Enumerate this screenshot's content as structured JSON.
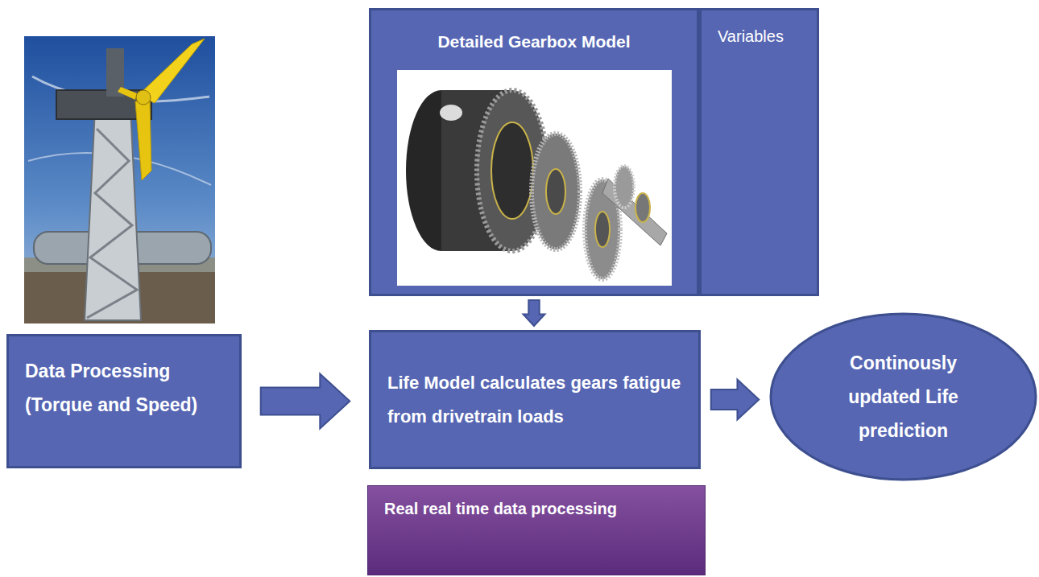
{
  "diagram": {
    "nodes": [
      {
        "text": [
          "Detailed Gearbox Model"
        ]
      },
      {
        "text": [
          "Variables"
        ]
      },
      {
        "text": [
          "Data Processing (Torque and Speed)"
        ]
      },
      {
        "text": [
          "Life Model calculates gears fatigue from drivetrain loads"
        ]
      },
      {
        "text": [
          "Continously updated Life prediction"
        ]
      },
      {
        "text": [
          "Real real time data processing"
        ]
      }
    ],
    "edges": [
      {
        "from": 2,
        "to": 3,
        "arrow": "to"
      },
      {
        "from": 0,
        "to": 3,
        "arrow": "to"
      },
      {
        "from": 3,
        "to": 4,
        "arrow": "to"
      }
    ]
  }
}
